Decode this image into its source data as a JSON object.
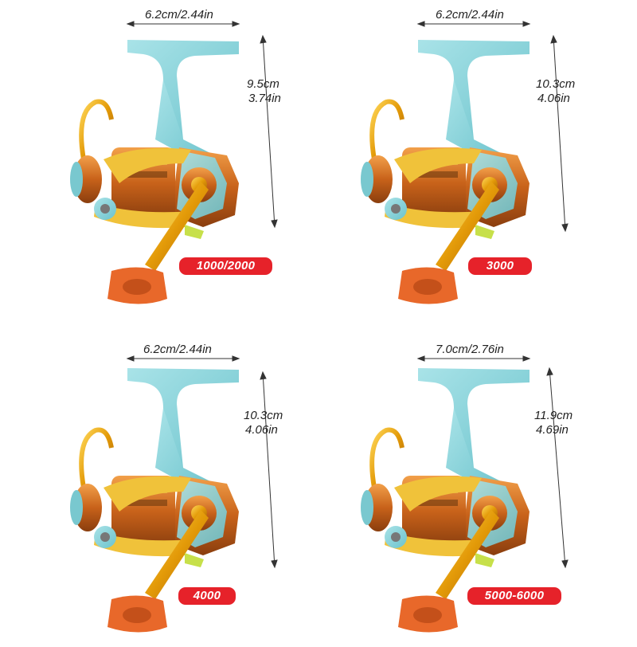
{
  "panels": [
    {
      "model": "1000/2000",
      "width_cm": "6.2cm/2.44in",
      "height_cm": "9.5cm",
      "height_in": "3.74in"
    },
    {
      "model": "3000",
      "width_cm": "6.2cm/2.44in",
      "height_cm": "10.3cm",
      "height_in": "4.06in"
    },
    {
      "model": "4000",
      "width_cm": "6.2cm/2.44in",
      "height_cm": "10.3cm",
      "height_in": "4.06in"
    },
    {
      "model": "5000-6000",
      "width_cm": "7.0cm/2.76in",
      "height_cm": "11.9cm",
      "height_in": "4.69in"
    }
  ],
  "colors": {
    "frame": "#8fd6dc",
    "gold": "#e8a10c",
    "copper": "#cf6a18",
    "yellow": "#f0c23a",
    "badge": "#e6222a",
    "knob": "#e8682a"
  }
}
